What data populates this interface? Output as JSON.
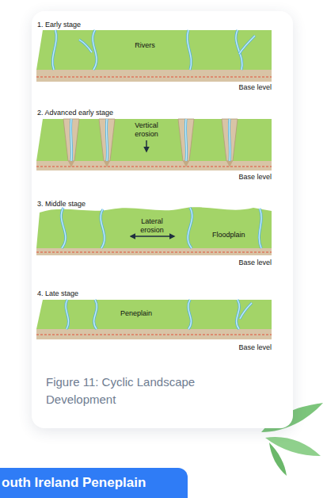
{
  "diagram": {
    "caption": "Figure 11: Cyclic Landscape Development",
    "nodes": [
      {
        "text": [
          "outh Ireland Peneplain"
        ]
      }
    ],
    "labels": [
      "1. Early stage",
      "Rivers",
      "Base level",
      "2. Advanced early stage",
      "Vertical erosion",
      "Base level",
      "3. Middle stage",
      "Lateral erosion",
      "Floodplain",
      "Base level",
      "4. Late stage",
      "Peneplain",
      "Base level"
    ]
  }
}
